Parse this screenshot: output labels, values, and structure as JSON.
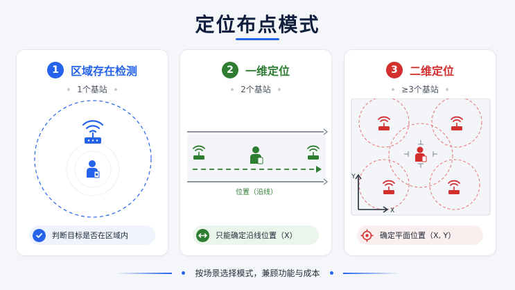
{
  "title": "定位布点模式",
  "colors": {
    "blue": "#2563eb",
    "green": "#2e7d32",
    "red": "#d32f2f"
  },
  "cards": [
    {
      "number": "1",
      "title": "区域存在检测",
      "subtitle": "1个基站",
      "note": "判断目标是否在区域内",
      "note_icon": "check-icon"
    },
    {
      "number": "2",
      "title": "一维定位",
      "subtitle": "2个基站",
      "corridor_label": "位置（沿线）",
      "note": "只能确定沿线位置（X）",
      "note_icon": "arrows-horizontal-icon"
    },
    {
      "number": "3",
      "title": "二维定位",
      "subtitle": "≥3个基站",
      "axis_x": "X",
      "axis_y": "Y",
      "note": "确定平面位置（X, Y）",
      "note_icon": "crosshair-icon"
    }
  ],
  "footer": "按场景选择模式，兼顾功能与成本"
}
